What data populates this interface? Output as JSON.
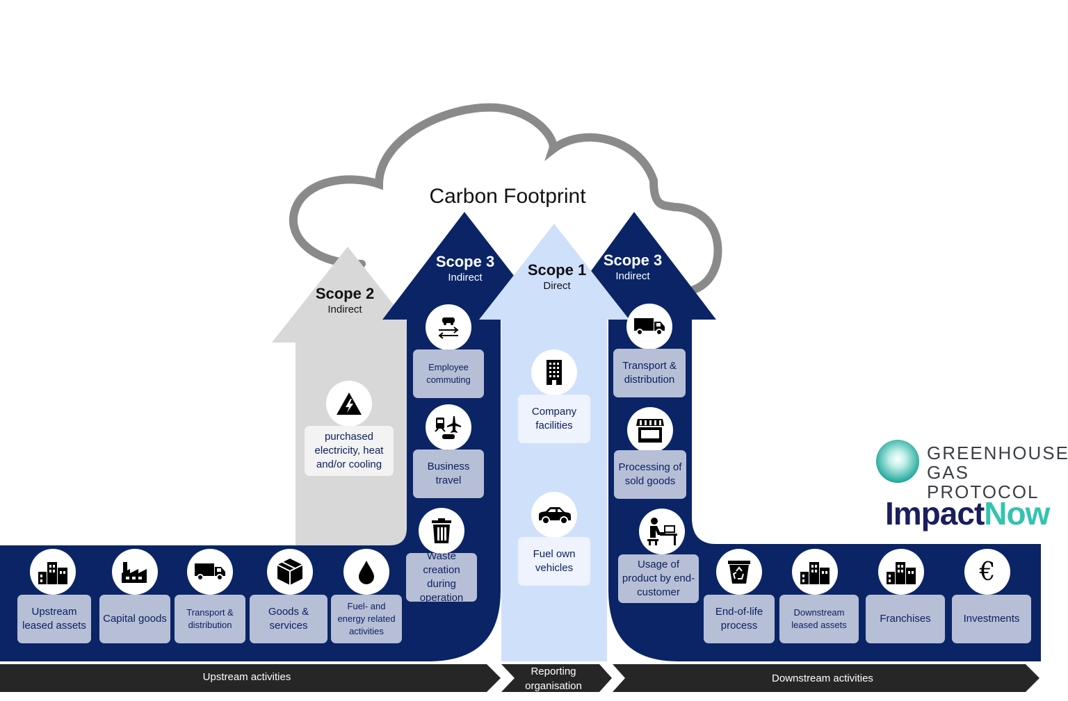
{
  "title": "Carbon Footprint",
  "scopes": {
    "scope2": {
      "title": "Scope 2",
      "subtitle": "Indirect"
    },
    "scope3_upstream": {
      "title": "Scope 3",
      "subtitle": "Indirect"
    },
    "scope1": {
      "title": "Scope 1",
      "subtitle": "Direct"
    },
    "scope3_downstream": {
      "title": "Scope 3",
      "subtitle": "Indirect"
    }
  },
  "scope2_items": [
    "purchased electricity, heat and/or cooling"
  ],
  "scope3_upstream_vertical": [
    "Employee commuting",
    "Business travel",
    "Waste creation during operation"
  ],
  "scope1_items": [
    "Company facilities",
    "Fuel own vehicles"
  ],
  "scope3_downstream_vertical": [
    "Transport & distribution",
    "Processing of sold goods",
    "Usage of product by end-customer"
  ],
  "upstream_items": [
    "Upstream leased assets",
    "Capital goods",
    "Transport & distribution",
    "Goods & services",
    "Fuel- and energy related activities"
  ],
  "downstream_items": [
    "End-of-life process",
    "Downstream leased assets",
    "Franchises",
    "Investments"
  ],
  "bars": {
    "upstream": "Upstream activities",
    "reporting": "Reporting organisation",
    "downstream": "Downstream activities"
  },
  "logos": {
    "ghg_line1": "GREENHOUSE",
    "ghg_line2": "GAS PROTOCOL",
    "impact_part1": "Impact",
    "impact_part2": "Now"
  },
  "colors": {
    "navy": "#0a2466",
    "scope1_light": "#cfe0fb",
    "scope2_grey": "#d8d8d8",
    "box": "#b6bfd6",
    "teal": "#35c3b0",
    "cloud_outline": "#8a8a8a"
  },
  "icons": {
    "upstream": [
      "buildings-icon",
      "factory-icon",
      "truck-icon",
      "box-icon",
      "drop-icon"
    ],
    "downstream": [
      "recycle-bin-icon",
      "buildings-icon",
      "buildings-icon",
      "euro-icon"
    ],
    "scope3_upstream": [
      "commute-icon",
      "travel-icon",
      "trash-icon"
    ],
    "scope3_downstream": [
      "truck-icon",
      "shop-icon",
      "user-desk-icon"
    ],
    "scope1": [
      "office-building-icon",
      "car-icon"
    ],
    "scope2": [
      "electricity-warning-icon"
    ]
  }
}
